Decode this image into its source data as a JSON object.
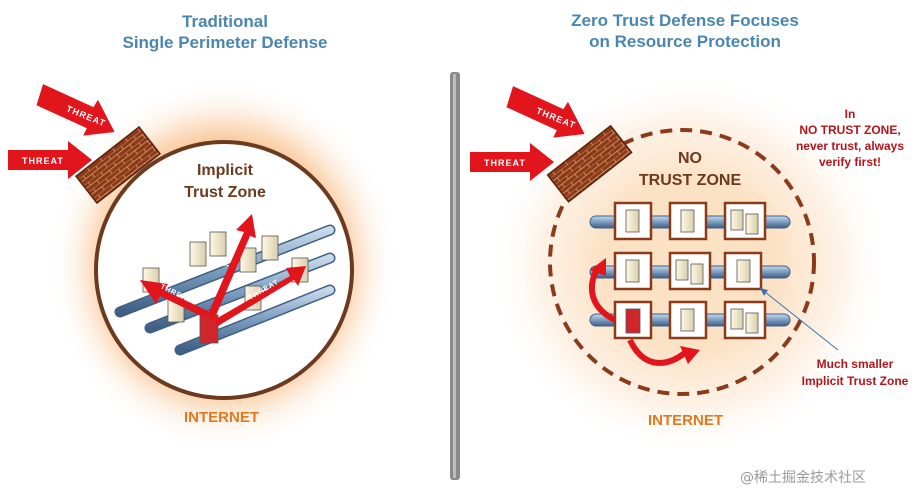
{
  "left_panel": {
    "title_line1": "Traditional",
    "title_line2": "Single Perimeter Defense",
    "zone_line1": "Implicit",
    "zone_line2": "Trust Zone",
    "internet_label": "INTERNET",
    "threat_label": "THREAT"
  },
  "right_panel": {
    "title_line1": "Zero Trust Defense Focuses",
    "title_line2": "on Resource Protection",
    "zone_line1": "NO",
    "zone_line2": "TRUST ZONE",
    "internet_label": "INTERNET",
    "threat_label": "THREAT",
    "callout_top_line1": "In",
    "callout_top_line2": "NO TRUST ZONE,",
    "callout_top_line3": "never trust, always",
    "callout_top_line4": "verify first!",
    "callout_bottom_line1": "Much smaller",
    "callout_bottom_line2": "Implicit Trust Zone"
  },
  "watermark": "@稀土掘金技术社区",
  "colors": {
    "title": "#4a86b0",
    "zone_text": "#6b3a1f",
    "internet": "#e07a1e",
    "callout": "#b3151b",
    "threat_arrow": "#e2141c",
    "brick": "#8b3a1a",
    "glow": "#f7a65a",
    "divider": "#8a8a8a"
  }
}
